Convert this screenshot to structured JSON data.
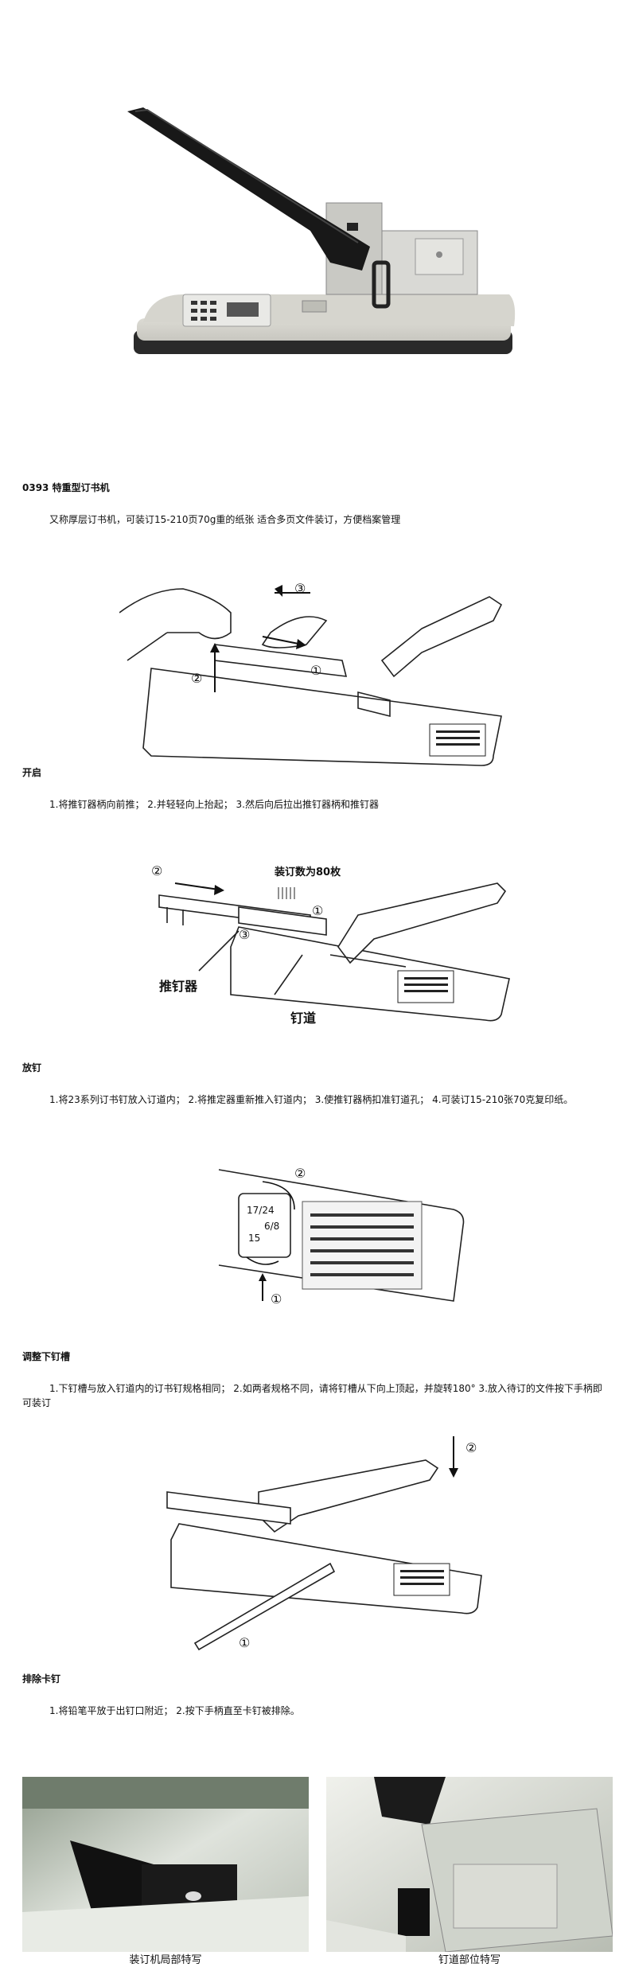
{
  "product": {
    "title": "0393 特重型订书机",
    "intro": "又称厚层订书机，可装订15-210页70g重的纸张 适合多页文件装订，方便档案管理"
  },
  "sections": [
    {
      "heading": "开启",
      "text": "1.将推钉器柄向前推； 2.并轻轻向上抬起； 3.然后向后拉出推钉器柄和推钉器"
    },
    {
      "heading": "放钉",
      "text": "1.将23系列订书钉放入订道内； 2.将推定器重新推入钉道内； 3.使推钉器柄扣准钉道孔； 4.可装订15-210张70克复印纸。"
    },
    {
      "heading": "调整下钉槽",
      "text": "1.下钉槽与放入钉道内的订书钉规格相同； 2.如两者规格不同，请将钉槽从下向上顶起，并旋转180° 3.放入待订的文件按下手柄即可装订"
    },
    {
      "heading": "排除卡钉",
      "text": "1.将铅笔平放于出钉口附近； 2.按下手柄直至卡钉被排除。"
    }
  ],
  "diagram_labels": {
    "d1": [
      "③",
      "②",
      "①"
    ],
    "d2": [
      "②",
      "装订数为80枚",
      "①",
      "③",
      "推钉器",
      "钉道"
    ],
    "d3": [
      "②",
      "17/24",
      "6/8",
      "15",
      "①"
    ],
    "d4": [
      "②",
      "①"
    ]
  },
  "photos": {
    "left_caption": "装订机局部特写",
    "right_caption": "钉道部位特写"
  }
}
